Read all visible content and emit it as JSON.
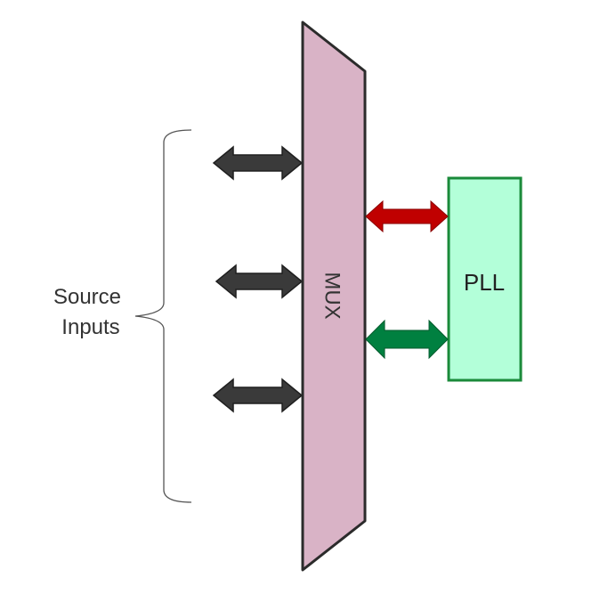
{
  "labels": {
    "source_line1": "Source",
    "source_line2": "Inputs",
    "mux": "MUX",
    "pll": "PLL"
  },
  "colors": {
    "mux_fill": "#d9b3c6",
    "mux_stroke": "#2b2b2b",
    "pll_fill": "#b3ffd9",
    "pll_stroke": "#1a8a3a",
    "input_arrow": "#3a3a3a",
    "red_arrow": "#c00000",
    "green_arrow": "#008040",
    "brace": "#555555"
  },
  "icons": {
    "input_arrows": "double-headed-arrow",
    "pll_links": "double-headed-arrow"
  }
}
